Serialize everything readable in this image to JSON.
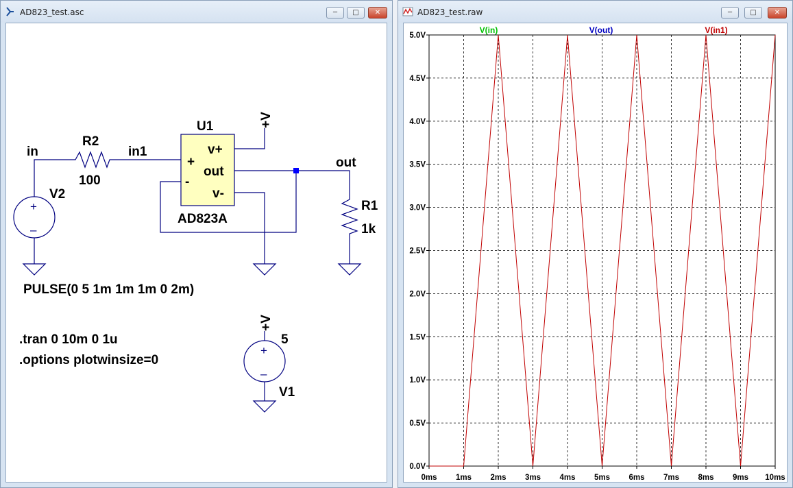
{
  "left_window": {
    "title": "AD823_test.asc",
    "icon": "ltspice-schematic-icon",
    "controls": [
      "minimize",
      "maximize",
      "close"
    ]
  },
  "right_window": {
    "title": "AD823_test.raw",
    "icon": "waveform-icon",
    "controls": [
      "minimize",
      "maximize",
      "close"
    ]
  },
  "schematic": {
    "labels": {
      "net_in": "in",
      "net_in1": "in1",
      "net_out": "out",
      "r2_name": "R2",
      "r2_value": "100",
      "r1_name": "R1",
      "r1_value": "1k",
      "u1_name": "U1",
      "u1_model": "AD823A",
      "pin_vplus": "v+",
      "pin_out": "out",
      "pin_vminus": "v-",
      "pin_plus": "+",
      "pin_minus": "-",
      "supply_top": "+V",
      "supply_v1": "+V",
      "v2_name": "V2",
      "v2_value": "PULSE(0 5 1m 1m 1m 0 2m)",
      "v1_name": "V1",
      "v1_value": "5",
      "src_plus": "+",
      "src_minus": "–",
      "directive_tran": ".tran 0 10m 0 1u",
      "directive_options": ".options plotwinsize=0"
    },
    "colors": {
      "wire": "#000080",
      "opamp_fill": "#ffffc0",
      "text": "#000000"
    }
  },
  "chart_data": {
    "type": "line",
    "title": "",
    "xlabel": "",
    "ylabel": "",
    "xlim": [
      0,
      10
    ],
    "ylim": [
      0,
      5
    ],
    "grid": true,
    "x_ticks": [
      "0ms",
      "1ms",
      "2ms",
      "3ms",
      "4ms",
      "5ms",
      "6ms",
      "7ms",
      "8ms",
      "9ms",
      "10ms"
    ],
    "y_ticks": [
      "0.0V",
      "0.5V",
      "1.0V",
      "1.5V",
      "2.0V",
      "2.5V",
      "3.0V",
      "3.5V",
      "4.0V",
      "4.5V",
      "5.0V"
    ],
    "legend_position": "top",
    "legend": [
      {
        "name": "V(in)",
        "color": "#00c000"
      },
      {
        "name": "V(out)",
        "color": "#0000c0"
      },
      {
        "name": "V(in1)",
        "color": "#c00000"
      }
    ],
    "series": [
      {
        "name": "V(in1)",
        "color": "#c00000",
        "x": [
          0,
          1,
          2,
          3,
          4,
          5,
          6,
          7,
          8,
          9,
          10
        ],
        "y": [
          0,
          0,
          5,
          0,
          5,
          0,
          5,
          0,
          5,
          0,
          5
        ]
      }
    ]
  }
}
